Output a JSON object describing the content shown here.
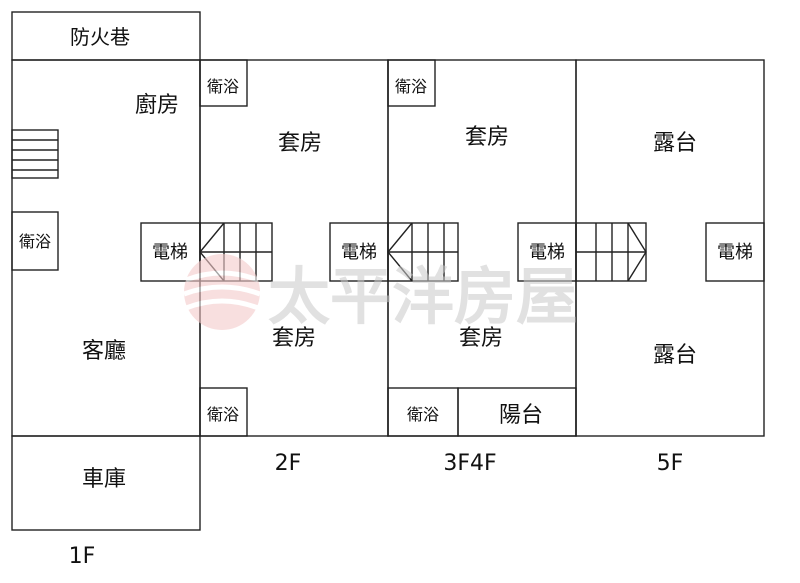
{
  "watermark": {
    "brand_text": "太平洋房屋",
    "logo_color": "#e8a3a3",
    "text_color": "#c9c9c9"
  },
  "floors": {
    "f1": {
      "label": "1F",
      "rooms": {
        "fire_lane": "防火巷",
        "kitchen": "廚房",
        "bathroom": "衛浴",
        "elevator": "電梯",
        "living_room": "客廳",
        "garage": "車庫"
      }
    },
    "f2": {
      "label": "2F",
      "rooms": {
        "bathroom_top": "衛浴",
        "suite_top": "套房",
        "elevator": "電梯",
        "suite_bottom": "套房",
        "bathroom_bottom": "衛浴"
      }
    },
    "f34": {
      "label": "3F4F",
      "rooms": {
        "bathroom_top": "衛浴",
        "suite_top": "套房",
        "elevator": "電梯",
        "suite_bottom": "套房",
        "bathroom_bottom": "衛浴",
        "balcony": "陽台"
      }
    },
    "f5": {
      "label": "5F",
      "rooms": {
        "terrace_top": "露台",
        "elevator": "電梯",
        "terrace_bottom": "露台"
      }
    }
  }
}
